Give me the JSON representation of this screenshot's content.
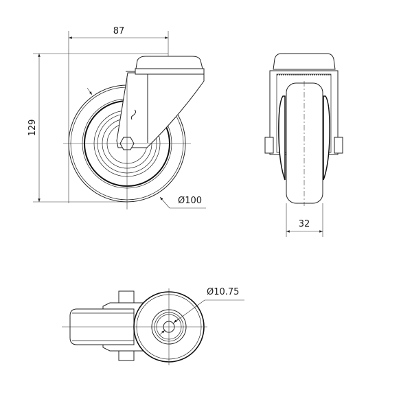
{
  "drawing": {
    "title": "Swivel castor with bolt hole - technical drawing",
    "dimensions": {
      "width_label": "87",
      "height_label": "129",
      "wheel_diameter_label": "Ø100",
      "wheel_width_label": "32",
      "bolt_hole_label": "Ø10.75"
    },
    "line_color": "#222222"
  }
}
